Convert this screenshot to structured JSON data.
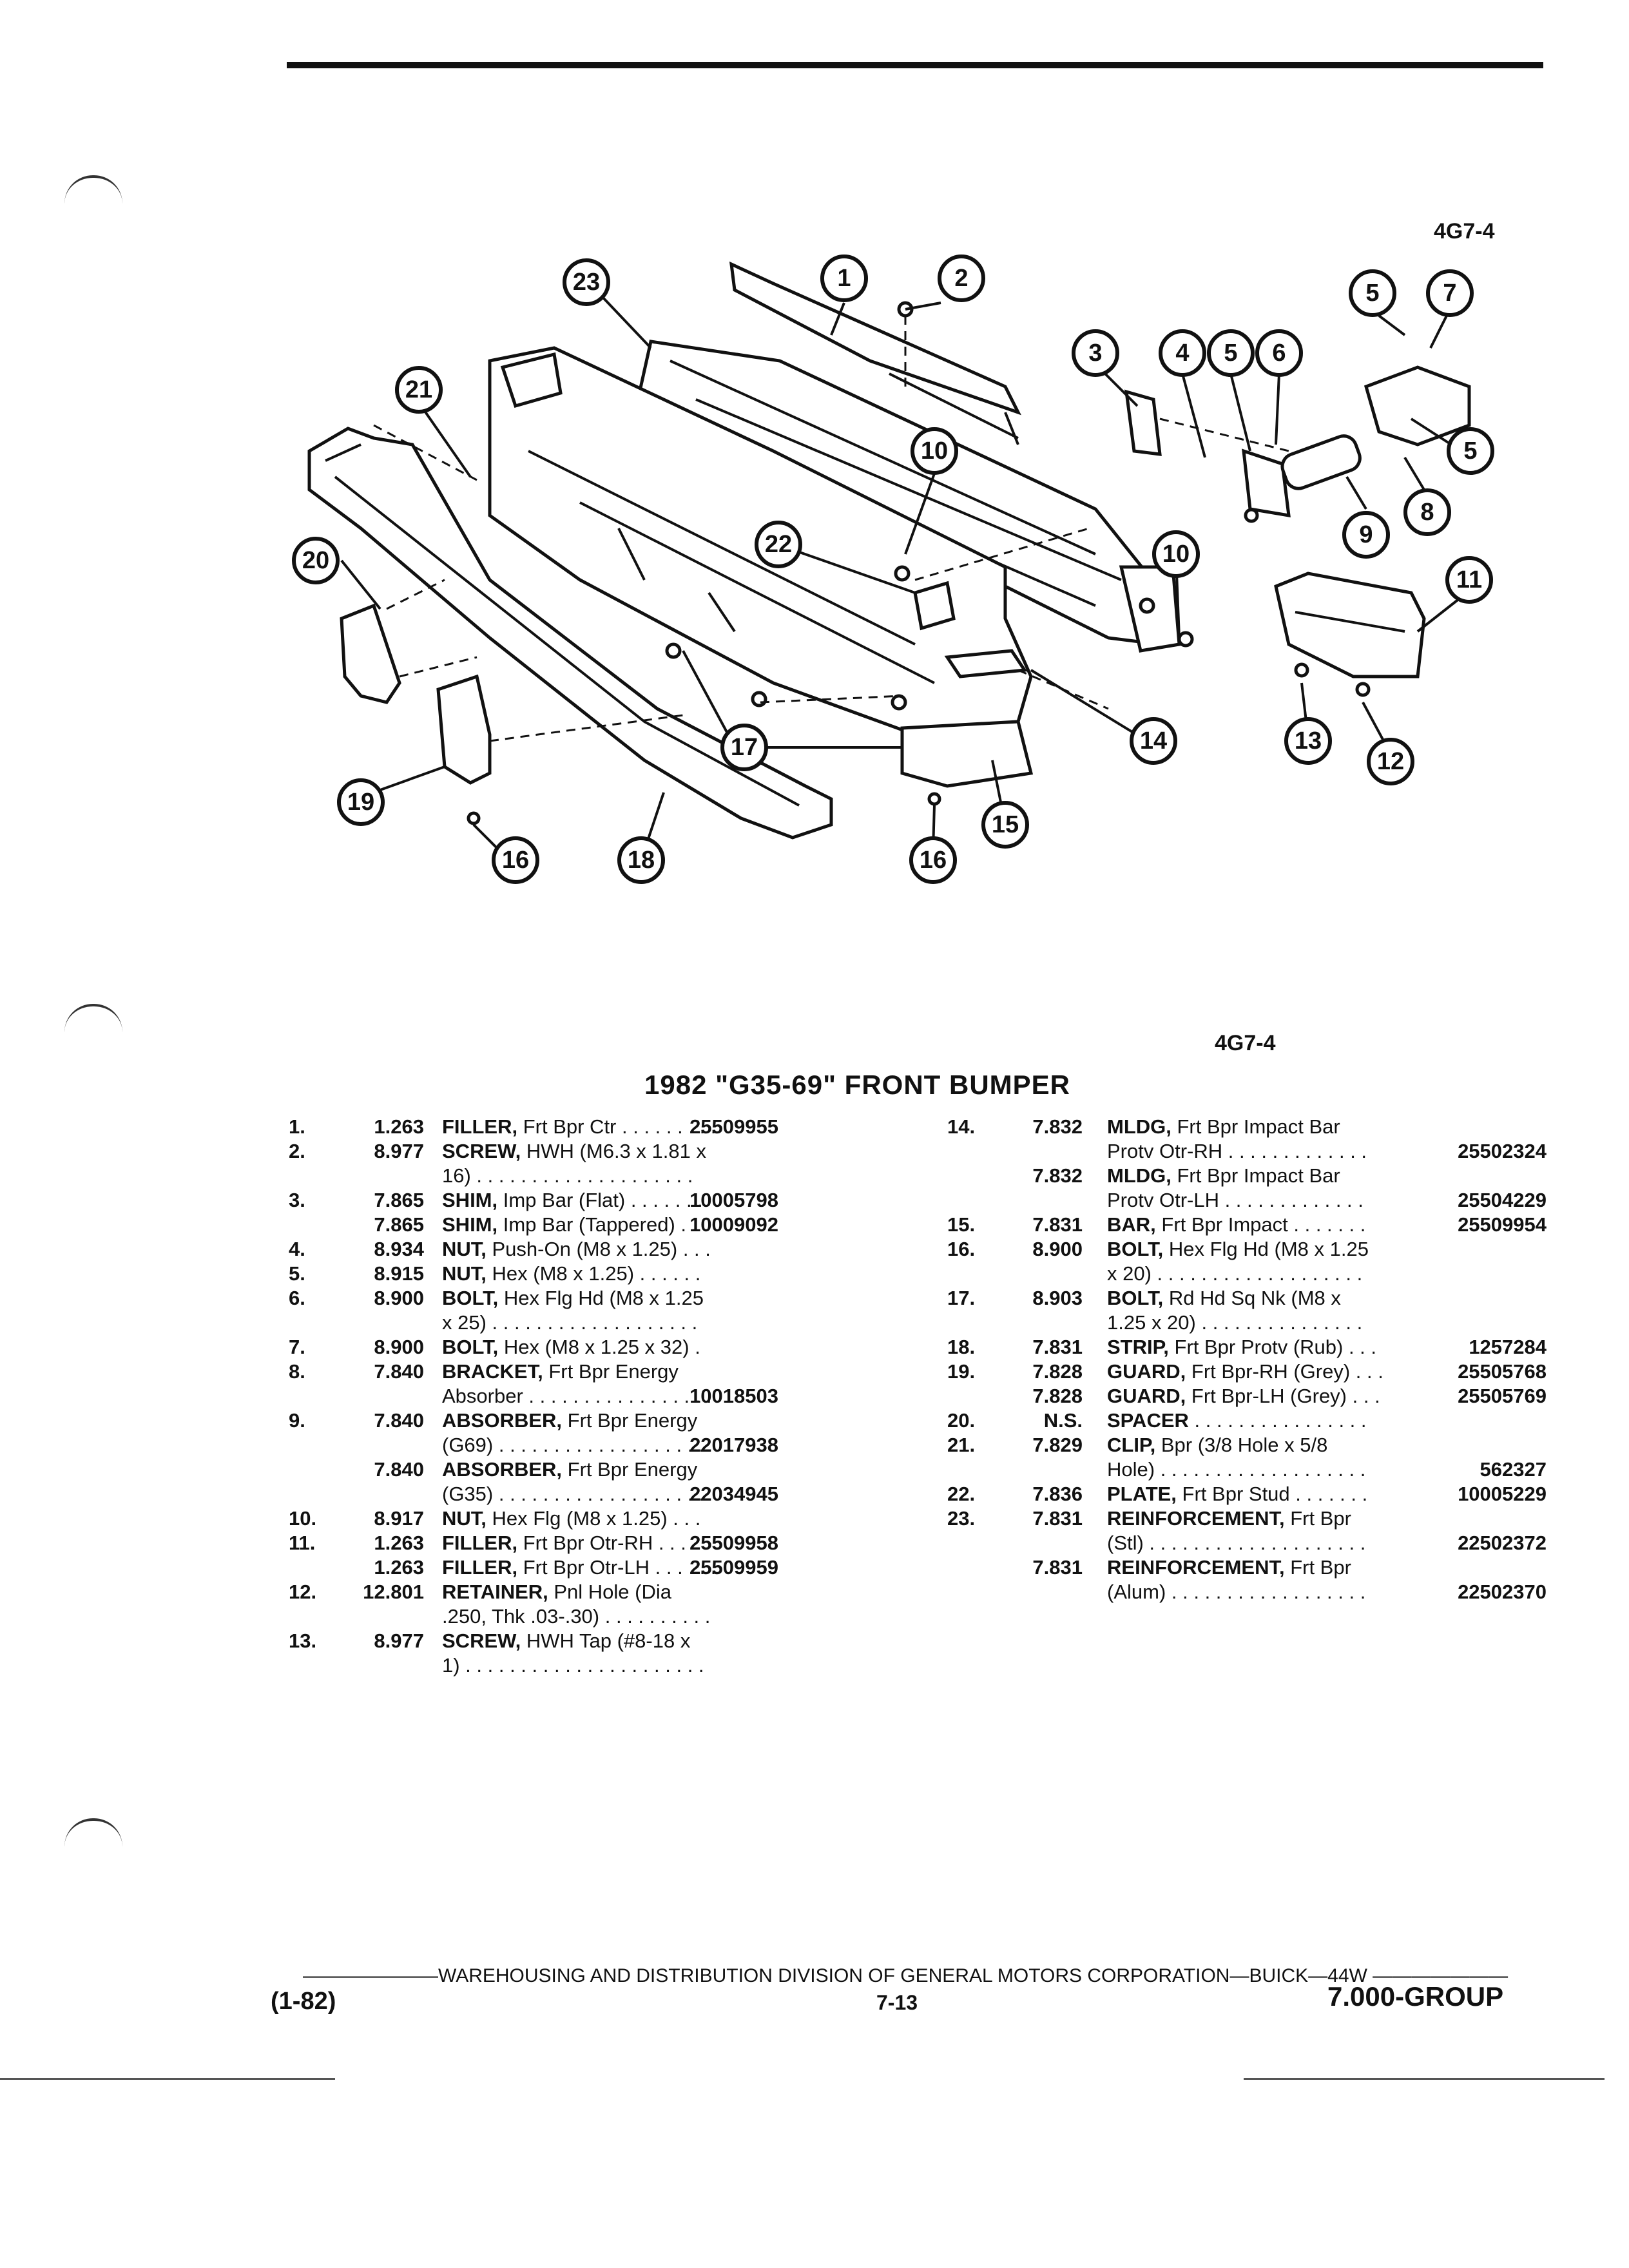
{
  "figure_code_top": "4G7-4",
  "figure_code_bottom": "4G7-4",
  "title": "1982 \"G35-69\" FRONT BUMPER",
  "callouts": [
    "1",
    "2",
    "3",
    "4",
    "5",
    "6",
    "5",
    "7",
    "5",
    "8",
    "9",
    "10",
    "10",
    "11",
    "12",
    "13",
    "14",
    "15",
    "16",
    "16",
    "17",
    "18",
    "19",
    "20",
    "21",
    "22",
    "23"
  ],
  "parts_left": [
    {
      "num": "1.",
      "code": "1.263",
      "name": "FILLER,",
      "desc": " Frt Bpr Ctr . . . . . . . . .",
      "cont": "",
      "part": "25509955"
    },
    {
      "num": "2.",
      "code": "8.977",
      "name": "SCREW,",
      "desc": " HWH (M6.3 x 1.81 x",
      "cont": "16) . . . . . . . . . . . . . . . . . . . .",
      "part": ""
    },
    {
      "num": "3.",
      "code": "7.865",
      "name": "SHIM,",
      "desc": " Imp Bar (Flat) . . . . . . .",
      "cont": "",
      "part": "10005798"
    },
    {
      "num": "",
      "code": "7.865",
      "name": "SHIM,",
      "desc": " Imp Bar (Tappered) . . .",
      "cont": "",
      "part": "10009092"
    },
    {
      "num": "4.",
      "code": "8.934",
      "name": "NUT,",
      "desc": " Push-On (M8 x 1.25) . . .",
      "cont": "",
      "part": ""
    },
    {
      "num": "5.",
      "code": "8.915",
      "name": "NUT,",
      "desc": " Hex (M8 x 1.25) . . . . . .",
      "cont": "",
      "part": ""
    },
    {
      "num": "6.",
      "code": "8.900",
      "name": "BOLT,",
      "desc": " Hex Flg Hd (M8 x 1.25",
      "cont": "x 25) . . . . . . . . . . . . . . . . . . .",
      "part": ""
    },
    {
      "num": "7.",
      "code": "8.900",
      "name": "BOLT,",
      "desc": " Hex (M8 x 1.25 x 32) .",
      "cont": "",
      "part": ""
    },
    {
      "num": "8.",
      "code": "7.840",
      "name": "BRACKET,",
      "desc": " Frt Bpr Energy",
      "cont": "Absorber . . . . . . . . . . . . . . . . .",
      "part": "10018503"
    },
    {
      "num": "9.",
      "code": "7.840",
      "name": "ABSORBER,",
      "desc": " Frt Bpr Energy",
      "cont": "(G69) . . . . . . . . . . . . . . . . . . .",
      "part": "22017938"
    },
    {
      "num": "",
      "code": "7.840",
      "name": "ABSORBER,",
      "desc": " Frt Bpr Energy",
      "cont": "(G35) . . . . . . . . . . . . . . . . . . .",
      "part": "22034945"
    },
    {
      "num": "10.",
      "code": "8.917",
      "name": "NUT,",
      "desc": " Hex Flg (M8 x 1.25) . . .",
      "cont": "",
      "part": ""
    },
    {
      "num": "11.",
      "code": "1.263",
      "name": "FILLER,",
      "desc": " Frt Bpr Otr-RH . . . . . .",
      "cont": "",
      "part": "25509958"
    },
    {
      "num": "",
      "code": "1.263",
      "name": "FILLER,",
      "desc": " Frt Bpr Otr-LH . . . . . .",
      "cont": "",
      "part": "25509959"
    },
    {
      "num": "12.",
      "code": "12.801",
      "name": "RETAINER,",
      "desc": " Pnl Hole (Dia",
      "cont": ".250, Thk .03-.30) . . . . . . . . . .",
      "part": ""
    },
    {
      "num": "13.",
      "code": "8.977",
      "name": "SCREW,",
      "desc": " HWH Tap (#8-18 x",
      "cont": "1) . . . . . . . . . . . . . . . . . . . . . .",
      "part": ""
    }
  ],
  "parts_right": [
    {
      "num": "14.",
      "code": "7.832",
      "name": "MLDG,",
      "desc": " Frt Bpr Impact Bar",
      "cont": "Protv Otr-RH . . . . . . . . . . . . .",
      "part": "25502324"
    },
    {
      "num": "",
      "code": "7.832",
      "name": "MLDG,",
      "desc": " Frt Bpr Impact Bar",
      "cont": "Protv Otr-LH . . . . . . . . . . . . .",
      "part": "25504229"
    },
    {
      "num": "15.",
      "code": "7.831",
      "name": "BAR,",
      "desc": " Frt Bpr Impact . . . . . . .",
      "cont": "",
      "part": "25509954"
    },
    {
      "num": "16.",
      "code": "8.900",
      "name": "BOLT,",
      "desc": " Hex Flg Hd (M8 x 1.25",
      "cont": "x 20) . . . . . . . . . . . . . . . . . . .",
      "part": ""
    },
    {
      "num": "17.",
      "code": "8.903",
      "name": "BOLT,",
      "desc": " Rd Hd Sq Nk (M8 x",
      "cont": "1.25 x 20) . . . . . . . . . . . . . . .",
      "part": ""
    },
    {
      "num": "18.",
      "code": "7.831",
      "name": "STRIP,",
      "desc": " Frt Bpr Protv (Rub) . . .",
      "cont": "",
      "part": "1257284"
    },
    {
      "num": "19.",
      "code": "7.828",
      "name": "GUARD,",
      "desc": " Frt Bpr-RH (Grey) . . .",
      "cont": "",
      "part": "25505768"
    },
    {
      "num": "",
      "code": "7.828",
      "name": "GUARD,",
      "desc": " Frt Bpr-LH (Grey) . . .",
      "cont": "",
      "part": "25505769"
    },
    {
      "num": "20.",
      "code": "N.S.",
      "name": "SPACER",
      "desc": " . . . . . . . . . . . . . . . .",
      "cont": "",
      "part": ""
    },
    {
      "num": "21.",
      "code": "7.829",
      "name": "CLIP,",
      "desc": " Bpr (3/8 Hole x 5/8",
      "cont": "Hole) . . . . . . . . . . . . . . . . . . .",
      "part": "562327"
    },
    {
      "num": "22.",
      "code": "7.836",
      "name": "PLATE,",
      "desc": " Frt Bpr Stud . . . . . . .",
      "cont": "",
      "part": "10005229"
    },
    {
      "num": "23.",
      "code": "7.831",
      "name": "REINFORCEMENT,",
      "desc": " Frt Bpr",
      "cont": "(Stl) . . . . . . . . . . . . . . . . . . . .",
      "part": "22502372"
    },
    {
      "num": "",
      "code": "7.831",
      "name": "REINFORCEMENT,",
      "desc": " Frt Bpr",
      "cont": "(Alum) . . . . . . . . . . . . . . . . . .",
      "part": "22502370"
    }
  ],
  "footer": {
    "line": "———————WAREHOUSING AND DISTRIBUTION DIVISION OF GENERAL MOTORS CORPORATION—BUICK—44W ———————",
    "date": "(1-82)",
    "page": "7-13",
    "group": "7.000-GROUP"
  }
}
